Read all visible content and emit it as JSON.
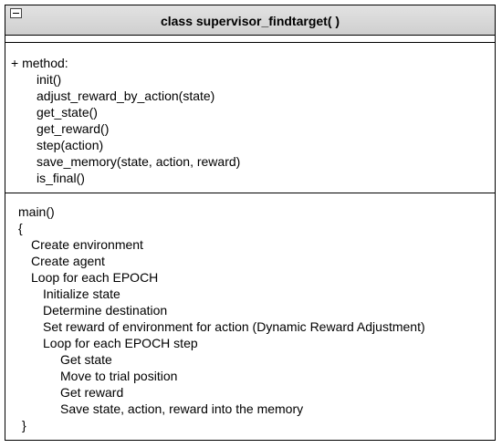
{
  "class_box": {
    "title": "class supervisor_findtarget( )"
  },
  "methods": {
    "header": "+ method:",
    "items": [
      "init()",
      "adjust_reward_by_action(state)",
      "get_state()",
      "get_reward()",
      "step(action)",
      "save_memory(state, action, reward)",
      "is_final()"
    ]
  },
  "main_body": {
    "lines": [
      "main()",
      "{",
      "Create environment",
      "Create agent",
      "Loop for each EPOCH",
      "Initialize state",
      "Determine destination",
      "Set reward of environment for action (Dynamic Reward Adjustment)",
      "Loop for each EPOCH step",
      "Get state",
      "Move to trial position",
      "Get reward",
      "Save state, action, reward into the memory",
      "}"
    ]
  }
}
